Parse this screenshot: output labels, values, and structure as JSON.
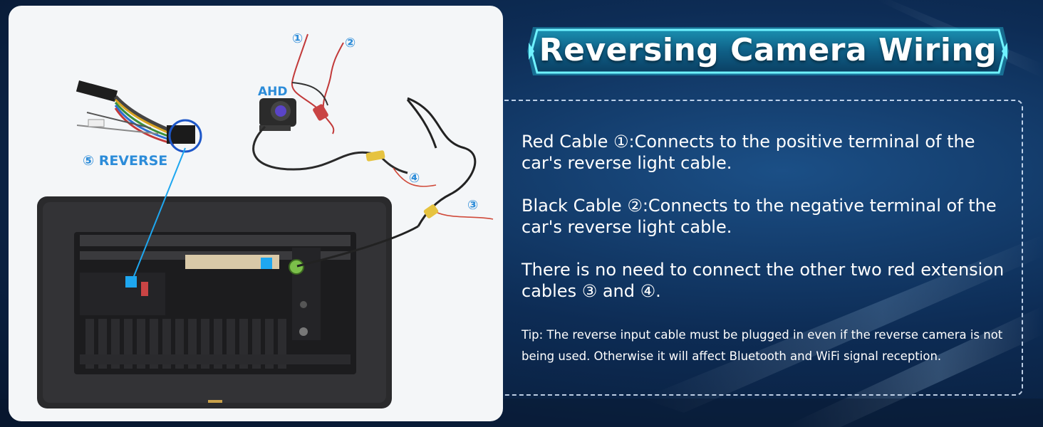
{
  "title": "Reversing Camera Wiring",
  "diagram": {
    "label_1": "①",
    "label_2": "②",
    "label_3": "③",
    "label_4": "④",
    "label_ahd": "AHD",
    "label_reverse": "⑤ REVERSE"
  },
  "info": {
    "paragraph_1": "Red Cable ①:Connects to the positive terminal of the car's reverse light cable.",
    "paragraph_2": "Black Cable ②:Connects to the negative terminal of the car's reverse light cable.",
    "paragraph_3": "There is no need to connect the other two red extension cables ③ and ④.",
    "tip": "Tip: The reverse input cable must be plugged in even if the reverse camera is not being used. Otherwise it will affect Bluetooth and WiFi signal reception."
  },
  "colors": {
    "accent_blue": "#2c8cd9",
    "marker_blue": "#1ea7f0",
    "banner_glow": "#29e0f5",
    "background_navy": "#0d2c55"
  },
  "icons": {
    "camera": "ahd-camera-icon",
    "harness": "wire-harness-icon",
    "head_unit": "head-unit-back-icon"
  }
}
